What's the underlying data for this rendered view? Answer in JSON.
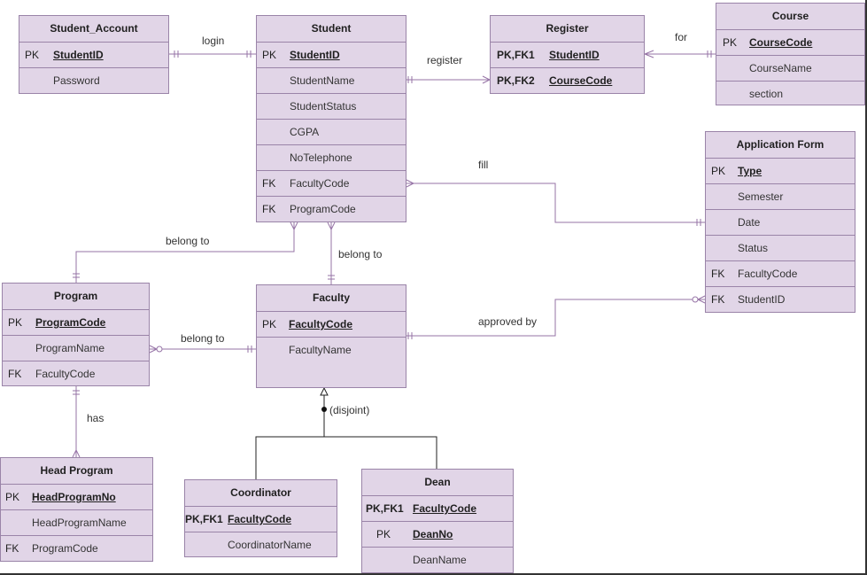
{
  "entities": [
    {
      "id": "student_account",
      "title": "Student_Account",
      "rows": [
        {
          "key": "PK",
          "name": "StudentID",
          "pk": true
        },
        {
          "key": "",
          "name": "Password",
          "pk": false
        }
      ]
    },
    {
      "id": "student",
      "title": "Student",
      "rows": [
        {
          "key": "PK",
          "name": "StudentID",
          "pk": true
        },
        {
          "key": "",
          "name": "StudentName",
          "pk": false
        },
        {
          "key": "",
          "name": "StudentStatus",
          "pk": false
        },
        {
          "key": "",
          "name": "CGPA",
          "pk": false
        },
        {
          "key": "",
          "name": "NoTelephone",
          "pk": false
        },
        {
          "key": "FK",
          "name": "FacultyCode",
          "pk": false
        },
        {
          "key": "FK",
          "name": "ProgramCode",
          "pk": false
        }
      ]
    },
    {
      "id": "register",
      "title": "Register",
      "rows": [
        {
          "key": "PK,FK1",
          "name": "StudentID",
          "pk": true
        },
        {
          "key": "PK,FK2",
          "name": "CourseCode",
          "pk": true
        }
      ]
    },
    {
      "id": "course",
      "title": "Course",
      "rows": [
        {
          "key": "PK",
          "name": "CourseCode",
          "pk": true
        },
        {
          "key": "",
          "name": "CourseName",
          "pk": false
        },
        {
          "key": "",
          "name": "section",
          "pk": false
        }
      ]
    },
    {
      "id": "application_form",
      "title": "Application Form",
      "rows": [
        {
          "key": "PK",
          "name": "Type",
          "pk": true
        },
        {
          "key": "",
          "name": "Semester",
          "pk": false
        },
        {
          "key": "",
          "name": "Date",
          "pk": false
        },
        {
          "key": "",
          "name": "Status",
          "pk": false
        },
        {
          "key": "FK",
          "name": "FacultyCode",
          "pk": false
        },
        {
          "key": "FK",
          "name": "StudentID",
          "pk": false
        }
      ]
    },
    {
      "id": "program",
      "title": "Program",
      "rows": [
        {
          "key": "PK",
          "name": "ProgramCode",
          "pk": true
        },
        {
          "key": "",
          "name": "ProgramName",
          "pk": false
        },
        {
          "key": "FK",
          "name": "FacultyCode",
          "pk": false
        }
      ]
    },
    {
      "id": "faculty",
      "title": "Faculty",
      "rows": [
        {
          "key": "PK",
          "name": "FacultyCode",
          "pk": true
        },
        {
          "key": "",
          "name": "FacultyName",
          "pk": false
        }
      ]
    },
    {
      "id": "head_program",
      "title": "Head Program",
      "rows": [
        {
          "key": "PK",
          "name": "HeadProgramNo",
          "pk": true
        },
        {
          "key": "",
          "name": "HeadProgramName",
          "pk": false
        },
        {
          "key": "FK",
          "name": "ProgramCode",
          "pk": false
        }
      ]
    },
    {
      "id": "coordinator",
      "title": "Coordinator",
      "rows": [
        {
          "key": "PK,FK1",
          "name": "FacultyCode",
          "pk": true
        },
        {
          "key": "",
          "name": "CoordinatorName",
          "pk": false
        }
      ]
    },
    {
      "id": "dean",
      "title": "Dean",
      "rows": [
        {
          "key": "PK,FK1",
          "name": "FacultyCode",
          "pk": true
        },
        {
          "key": "PK",
          "name": "DeanNo",
          "pk": true
        },
        {
          "key": "",
          "name": "DeanName",
          "pk": false
        }
      ]
    }
  ],
  "relationships": [
    {
      "id": "login",
      "label": "login"
    },
    {
      "id": "register",
      "label": "register"
    },
    {
      "id": "for",
      "label": "for"
    },
    {
      "id": "fill",
      "label": "fill"
    },
    {
      "id": "belong_to_program",
      "label": "belong to"
    },
    {
      "id": "belong_to_faculty",
      "label": "belong to"
    },
    {
      "id": "program_faculty",
      "label": "belong to"
    },
    {
      "id": "approved_by",
      "label": "approved by"
    },
    {
      "id": "has",
      "label": "has"
    },
    {
      "id": "disjoint",
      "label": "(disjoint)"
    }
  ],
  "colors": {
    "entity_fill": "#e1d5e7",
    "entity_border": "#9a84a8",
    "line": "#9673a6"
  }
}
